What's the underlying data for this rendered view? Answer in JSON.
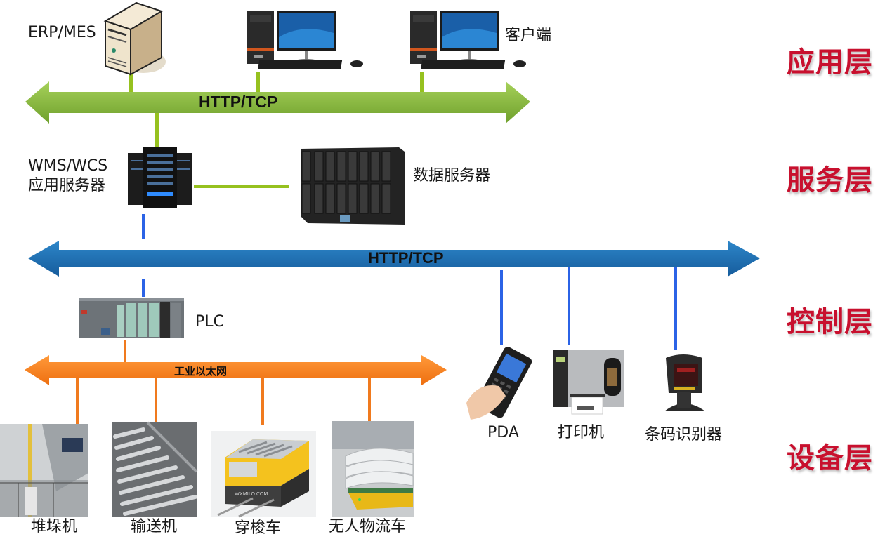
{
  "layers": [
    {
      "id": "application",
      "title": "应用层"
    },
    {
      "id": "service",
      "title": "服务层"
    },
    {
      "id": "control",
      "title": "控制层"
    },
    {
      "id": "device",
      "title": "设备层"
    }
  ],
  "buses": {
    "application": {
      "label": "HTTP/TCP",
      "color": "#7fb53a"
    },
    "service": {
      "label": "HTTP/TCP",
      "color": "#1f6fb5"
    },
    "control": {
      "label": "工业以太网",
      "color": "#f37b1d"
    }
  },
  "application_nodes": {
    "erp": {
      "label": "ERP/MES",
      "icon": "server-tower-icon"
    },
    "client1": {
      "icon": "desktop-computer-icon"
    },
    "client2": {
      "label": "客户端",
      "icon": "desktop-computer-icon"
    }
  },
  "service_nodes": {
    "app_server": {
      "label_line1": "WMS/WCS",
      "label_line2": "应用服务器",
      "icon": "rack-server-icon"
    },
    "data_server": {
      "label": "数据服务器",
      "icon": "blade-server-icon"
    }
  },
  "control_nodes": {
    "plc": {
      "label": "PLC",
      "icon": "plc-icon"
    }
  },
  "peripheral_devices": [
    {
      "label": "PDA",
      "icon": "handheld-pda-icon"
    },
    {
      "label": "打印机",
      "icon": "label-printer-icon"
    },
    {
      "label": "条码识别器",
      "icon": "barcode-scanner-icon"
    }
  ],
  "equipment": [
    {
      "label": "堆垛机",
      "icon": "stacker-crane-icon"
    },
    {
      "label": "输送机",
      "icon": "roller-conveyor-icon"
    },
    {
      "label": "穿梭车",
      "icon": "shuttle-car-icon",
      "brand_text": "WXMILO.COM"
    },
    {
      "label": "无人物流车",
      "icon": "agv-icon"
    }
  ]
}
